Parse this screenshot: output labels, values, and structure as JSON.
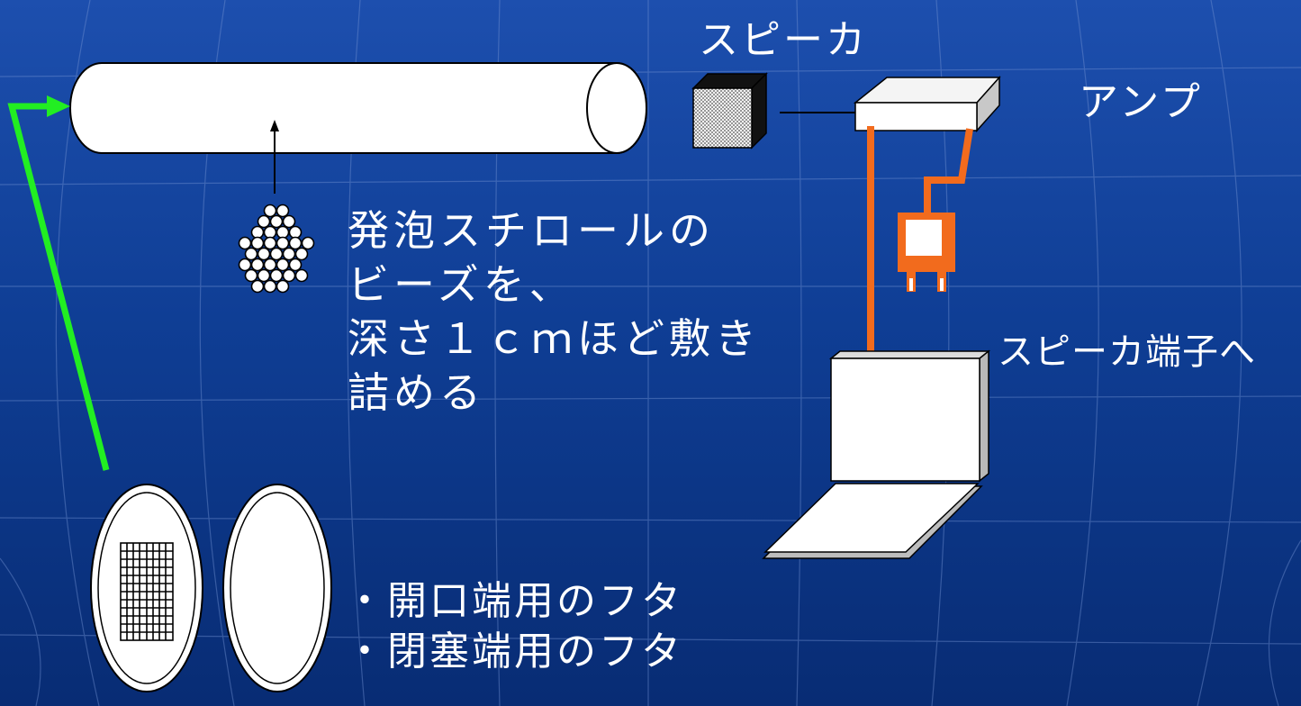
{
  "labels": {
    "speaker": "スピーカ",
    "amp": "アンプ",
    "speaker_terminal": "スピーカ端子へ"
  },
  "instruction_lines": [
    "発泡スチロールの",
    "ビーズを、",
    "深さ１ｃｍほど敷き",
    "詰める"
  ],
  "lid_lines": [
    "・開口端用のフタ",
    "・閉塞端用のフタ"
  ],
  "colors": {
    "background_top": "#1d4fae",
    "background_bottom": "#082c74",
    "cable": "#f26b1d",
    "arrow": "#22ee22",
    "outline": "#000000",
    "fill": "#ffffff"
  },
  "icons": [
    "tube-icon",
    "speaker-icon",
    "amplifier-icon",
    "plug-icon",
    "laptop-icon",
    "beads-icon",
    "open-end-lid-icon",
    "closed-end-lid-icon"
  ]
}
